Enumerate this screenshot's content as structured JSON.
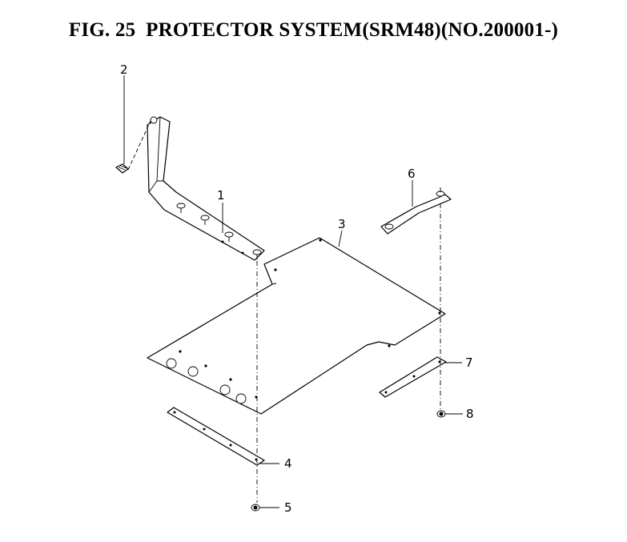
{
  "figure": {
    "title": "FIG. 25  PROTECTOR SYSTEM(SRM48)(NO.200001-)"
  },
  "callouts": [
    "1",
    "2",
    "3",
    "4",
    "5",
    "6",
    "7",
    "8"
  ]
}
